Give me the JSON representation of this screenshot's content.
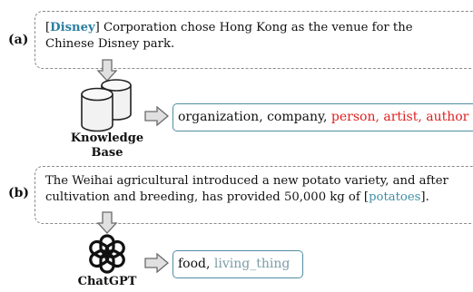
{
  "panel_a": {
    "label": "(a)",
    "sentence_line1_pre": "[",
    "sentence_entity": "Disney",
    "sentence_line1_post": "] Corporation chose Hong Kong as the venue for the",
    "sentence_line2": "Chinese Disney park.",
    "source_label_line1": "Knowledge",
    "source_label_line2": "Base",
    "output_types": [
      "organization",
      "company",
      "person",
      "artist",
      "author"
    ],
    "output_correct_part": "organization, company, ",
    "output_wrong_part": "person, artist, author"
  },
  "panel_b": {
    "label": "(b)",
    "sentence_line1": "The Weihai agricultural introduced a new potato variety, and after",
    "sentence_line2_pre": "cultivation and breeding, has provided 50,000 kg of [",
    "sentence_entity": "potatoes",
    "sentence_line2_post": "].",
    "source_label": "ChatGPT",
    "output_types": [
      "food",
      "living_thing"
    ],
    "output_part1": "food, ",
    "output_part2": "living_thing"
  },
  "colors": {
    "entity": "#3f8fa6",
    "wrong_type": "#e02020",
    "output_border": "#4f8ea3",
    "arrow_fill": "#e0e0e0",
    "arrow_stroke": "#6a6a6a"
  },
  "icons": {
    "knowledge_base": "database-icon",
    "chatgpt": "chatgpt-logo-icon",
    "arrows": "block-arrow-icon"
  }
}
